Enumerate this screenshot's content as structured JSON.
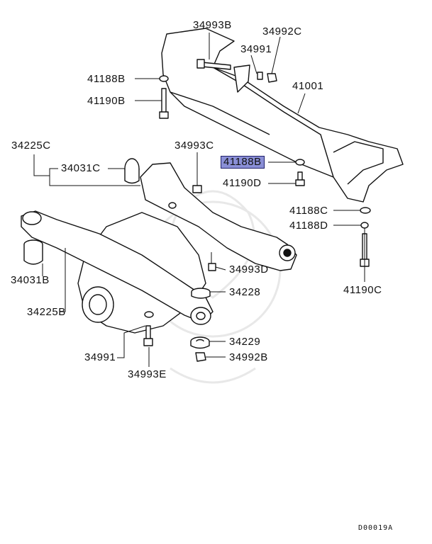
{
  "labels": {
    "l_34993B": "34993B",
    "l_34992C": "34992C",
    "l_34991_top": "34991",
    "l_41188B_top": "41188B",
    "l_41190B": "41190B",
    "l_41001": "41001",
    "l_34225C": "34225C",
    "l_34993C": "34993C",
    "l_34031C": "34031C",
    "l_41188B_hl": "41188B",
    "l_41190D": "41190D",
    "l_41188C": "41188C",
    "l_41188D": "41188D",
    "l_34993D": "34993D",
    "l_34031B": "34031B",
    "l_34228": "34228",
    "l_41190C": "41190C",
    "l_34225B": "34225B",
    "l_34229": "34229",
    "l_34991_bot": "34991",
    "l_34992B": "34992B",
    "l_34993E": "34993E"
  },
  "diagram_code": "D00019A",
  "colors": {
    "highlight": "#8a8fd6",
    "line": "#111111"
  }
}
